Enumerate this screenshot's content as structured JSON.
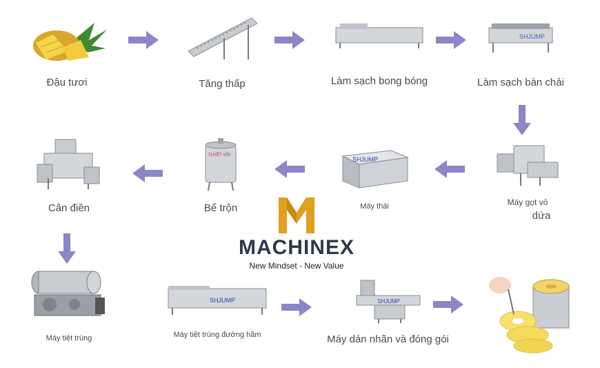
{
  "steps": {
    "s1": "Đậu tươi",
    "s2": "Tăng thấp",
    "s3": "Làm sạch bong bóng",
    "s4": "Làm sạch bàn chải",
    "s5_line1": "Máy gọt vỏ",
    "s5_line2": "dứa",
    "s6": "Máy thái",
    "s7": "Bể trộn",
    "s8": "Cân điền",
    "s9": "Máy tiệt trùng",
    "s10": "Máy tiệt trùng đường hầm",
    "s11": "Máy dán nhãn và đóng gói"
  },
  "machine_marks": {
    "shjump": "SHJUMP",
    "tank": "TUYỆT VỜI"
  },
  "logo": {
    "brand": "MACHINEX",
    "tagline": "New Mindset - New Value"
  },
  "colors": {
    "arrow": "#8b86c8",
    "logo_gold": "#e0a020",
    "brand_dark": "#2c3a4a",
    "steel": "#c9ccd1"
  }
}
